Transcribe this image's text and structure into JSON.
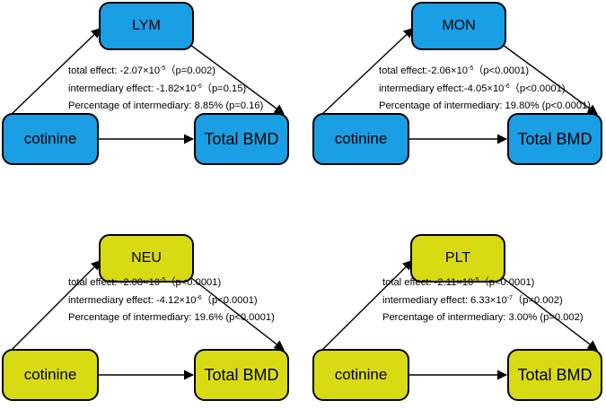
{
  "panels": [
    {
      "mediator": "LYM",
      "source": "cotinine",
      "target": "Total BMD",
      "fill": "#1a9ee4",
      "lines": [
        {
          "pre": "total effect:  -2.07×10",
          "sup": "-5",
          "post": "（p=0.002)"
        },
        {
          "pre": "intermediary effect:  -1.82×10",
          "sup": "-6",
          "post": "（p=0.15)"
        },
        {
          "pre": "Percentage of intermediary:  8.85%  (p=0.16)",
          "sup": "",
          "post": ""
        }
      ]
    },
    {
      "mediator": "MON",
      "source": "cotinine",
      "target": "Total BMD",
      "fill": "#1a9ee4",
      "lines": [
        {
          "pre": "total effect:-2.06×10",
          "sup": "-5",
          "post": "（p<0.0001)"
        },
        {
          "pre": "intermediary effect:-4.05×10",
          "sup": "-6",
          "post": "（p<0.0001)"
        },
        {
          "pre": "Percentage of intermediary:  19.80%  (p<0.0001)",
          "sup": "",
          "post": ""
        }
      ]
    },
    {
      "mediator": "NEU",
      "source": "cotinine",
      "target": "Total BMD",
      "fill": "#d8db14",
      "lines": [
        {
          "pre": "total effect:  -2.08×10",
          "sup": "-5",
          "post": "（p<0.0001)"
        },
        {
          "pre": "intermediary effect:  -4.12×10",
          "sup": "-6",
          "post": "（p<0.0001)"
        },
        {
          "pre": "Percentage of intermediary:  19.6%  (p<0.0001)",
          "sup": "",
          "post": ""
        }
      ]
    },
    {
      "mediator": "PLT",
      "source": "cotinine",
      "target": "Total BMD",
      "fill": "#d8db14",
      "lines": [
        {
          "pre": "total effect:  -2.11×10",
          "sup": "-5",
          "post": "（p<0.0001)"
        },
        {
          "pre": "intermediary effect:  6.33×10",
          "sup": "-7",
          "post": "（p=0.002)"
        },
        {
          "pre": "Percentage of intermediary:  3.00%  (p=0.002)",
          "sup": "",
          "post": ""
        }
      ]
    }
  ]
}
